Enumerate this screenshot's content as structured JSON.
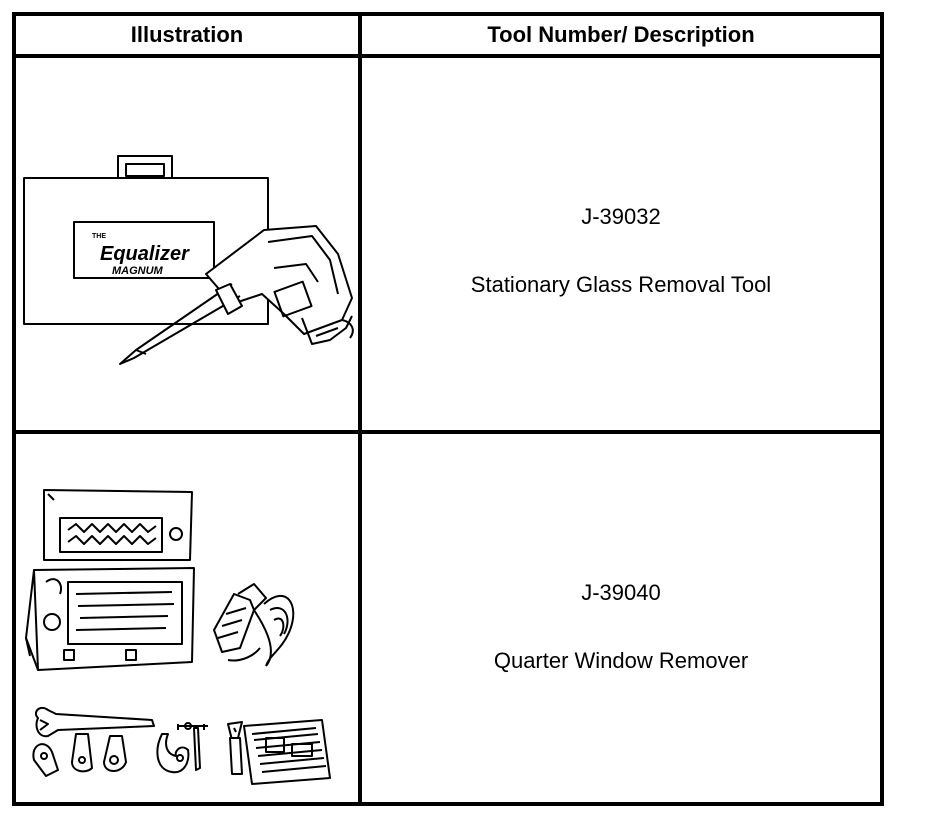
{
  "table": {
    "headers": {
      "illustration": "Illustration",
      "description": "Tool Number/ Description"
    },
    "rows": [
      {
        "tool_number": "J-39032",
        "description": "Stationary Glass Removal Tool",
        "illustration": {
          "icon": "equalizer-magnum-kit-icon",
          "case_label_small": "THE",
          "case_label_large": "Equalizer",
          "case_label_sub": "MAGNUM"
        }
      },
      {
        "tool_number": "J-39040",
        "description": "Quarter Window Remover",
        "illustration": {
          "icon": "quarter-window-remover-kit-icon"
        }
      }
    ]
  }
}
